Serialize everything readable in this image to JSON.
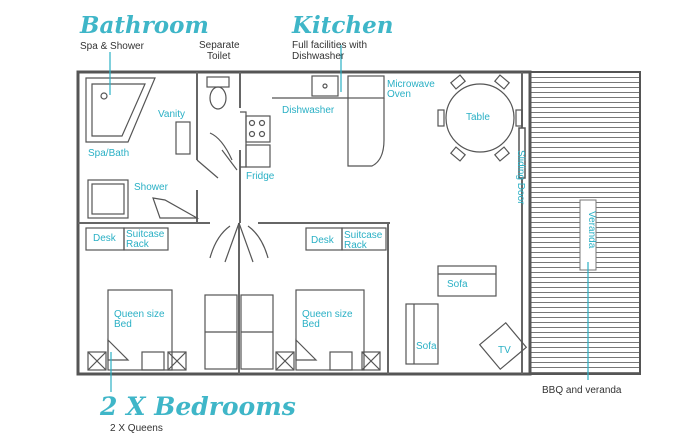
{
  "headings": {
    "bathroom": "Bathroom",
    "kitchen": "Kitchen",
    "bedrooms": "2 X Bedrooms"
  },
  "notes": {
    "bathroom": "Spa & Shower",
    "toilet_line1": "Separate",
    "toilet_line2": "Toilet",
    "kitchen_line1": "Full facilities with",
    "kitchen_line2": "Dishwasher",
    "bedrooms": "2 X Queens",
    "veranda": "BBQ and veranda"
  },
  "labels": {
    "vanity": "Vanity",
    "spa_bath": "Spa/Bath",
    "shower": "Shower",
    "dishwasher": "Dishwasher",
    "microwave_line1": "Microwave",
    "microwave_line2": "Oven",
    "fridge": "Fridge",
    "table": "Table",
    "sliding_door": "Sliding Door",
    "veranda": "Veranda",
    "desk": "Desk",
    "suitcase_line1": "Suitcase",
    "suitcase_line2": "Rack",
    "queen_line1": "Queen size",
    "queen_line2": "Bed",
    "sofa": "Sofa",
    "tv": "TV"
  },
  "colors": {
    "accent": "#2ab0c5",
    "wall": "#555555",
    "line": "#666666",
    "text": "#333333"
  }
}
